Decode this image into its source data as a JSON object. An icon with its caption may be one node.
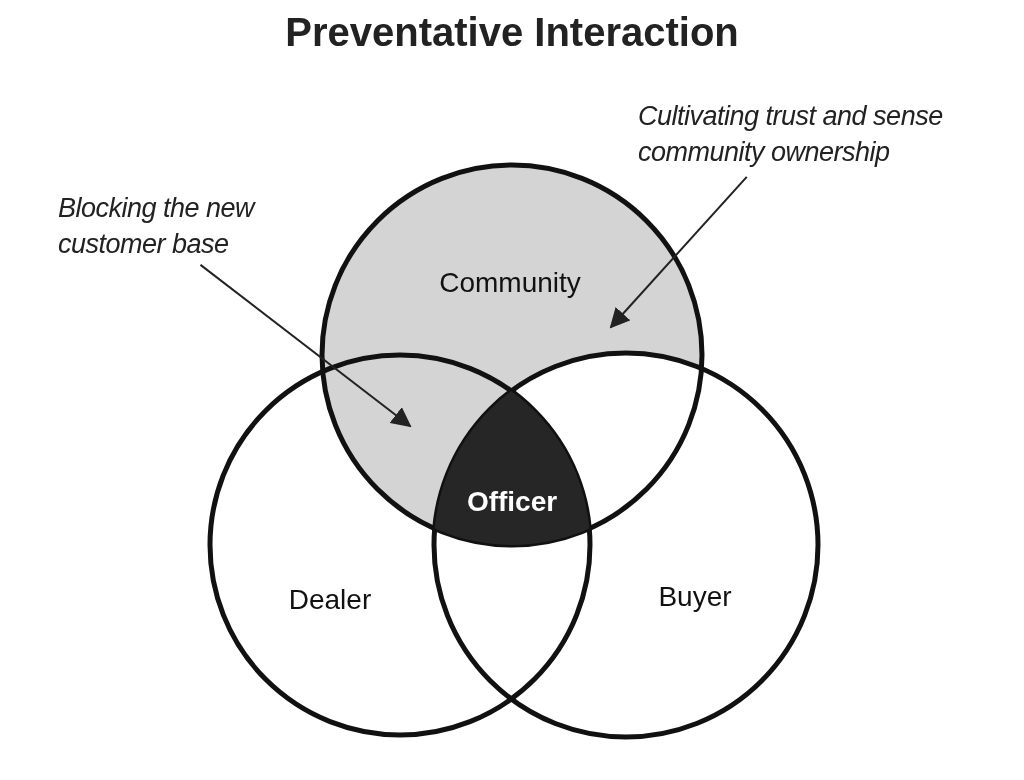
{
  "diagram": {
    "title": "Preventative Interaction",
    "nodes": [
      {
        "text": [
          "Community"
        ]
      },
      {
        "text": [
          "Dealer"
        ]
      },
      {
        "text": [
          "Buyer"
        ]
      },
      {
        "text": [
          "Officer"
        ]
      },
      {
        "text": [
          "Blocking the new customer base"
        ]
      },
      {
        "text": [
          "Cultivating trust and sense community ownership"
        ]
      }
    ],
    "edges": [
      {
        "from": 4,
        "to": 0,
        "arrow": "to"
      },
      {
        "from": 5,
        "to": 0,
        "arrow": "to"
      }
    ]
  }
}
